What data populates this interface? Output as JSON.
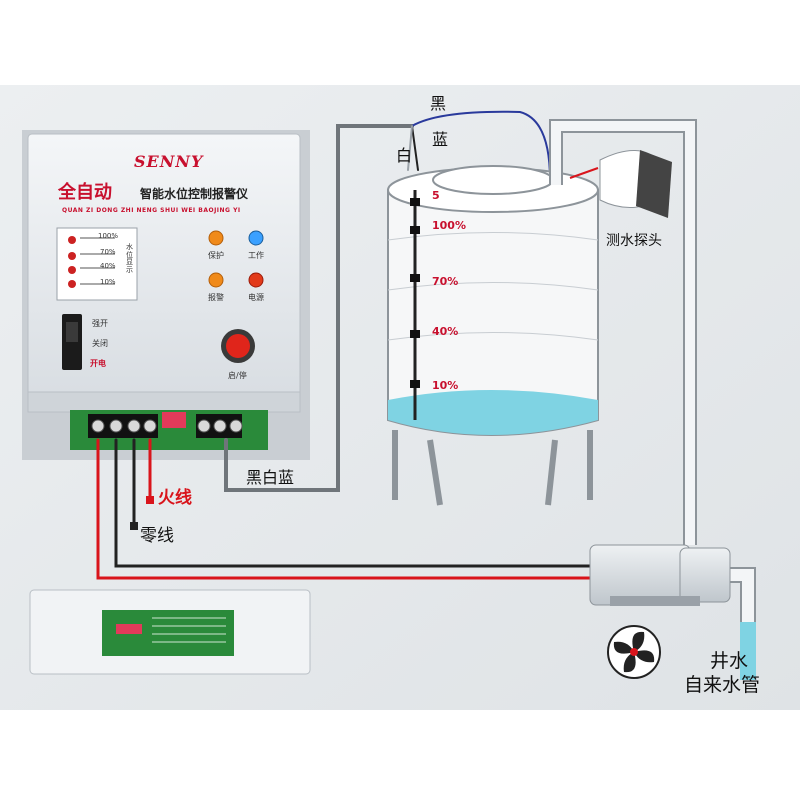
{
  "controller": {
    "brand": "SENNY",
    "title_main": "全自动",
    "title_sub": "智能水位控制报警仪",
    "pinyin": "QUAN ZI DONG ZHI NENG SHUI WEI BAOJING YI",
    "level_scale": [
      "100%",
      "70%",
      "40%",
      "10%"
    ],
    "level_caption": "水位显示",
    "indicators": {
      "protect": "保护",
      "work": "工作",
      "alarm": "报警",
      "power": "电源"
    },
    "switch_labels": {
      "force_on": "强开",
      "off": "关闭",
      "on": "开电"
    },
    "start_stop": "启/停"
  },
  "wires": {
    "live": "火线",
    "neutral": "零线",
    "probe_cable": "黑白蓝",
    "black": "黑",
    "blue": "蓝",
    "white": "白"
  },
  "tank": {
    "levels": [
      "5",
      "100%",
      "70%",
      "40%",
      "10%"
    ],
    "water_fraction": 0.18
  },
  "probe_label": "测水探头",
  "source": {
    "line1": "井水",
    "line2": "自来水管"
  },
  "colors": {
    "live_wire": "#d9141b",
    "water": "#7fd3e3",
    "accent_red": "#c8102e",
    "probe_wire": "#2a3a9c"
  }
}
